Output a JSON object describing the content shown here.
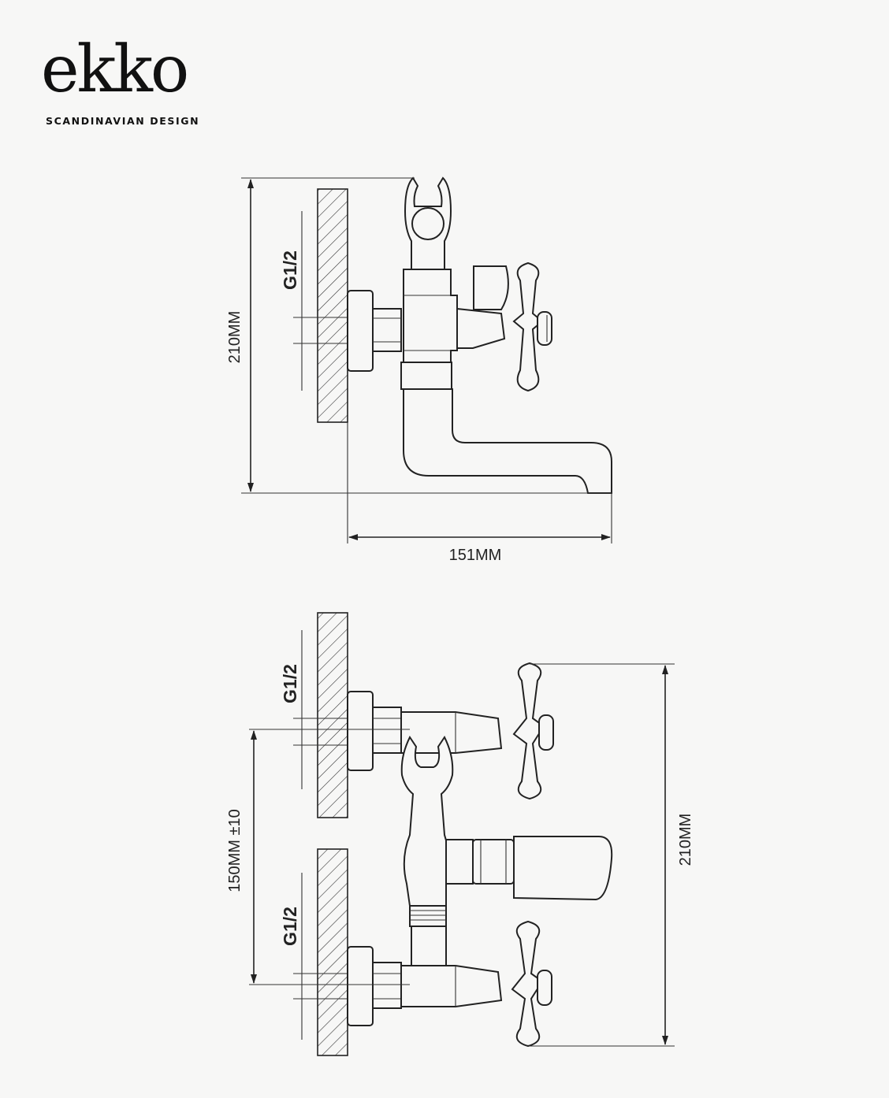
{
  "brand": {
    "name": "ekko",
    "tagline": "SCANDINAVIAN DESIGN"
  },
  "side_view": {
    "height_label": "210MM",
    "projection_label": "151MM",
    "thread_label": "G1/2"
  },
  "front_view": {
    "height_label": "210MM",
    "spacing_label": "150MM ±10",
    "thread_label_top": "G1/2",
    "thread_label_bottom": "G1/2"
  }
}
